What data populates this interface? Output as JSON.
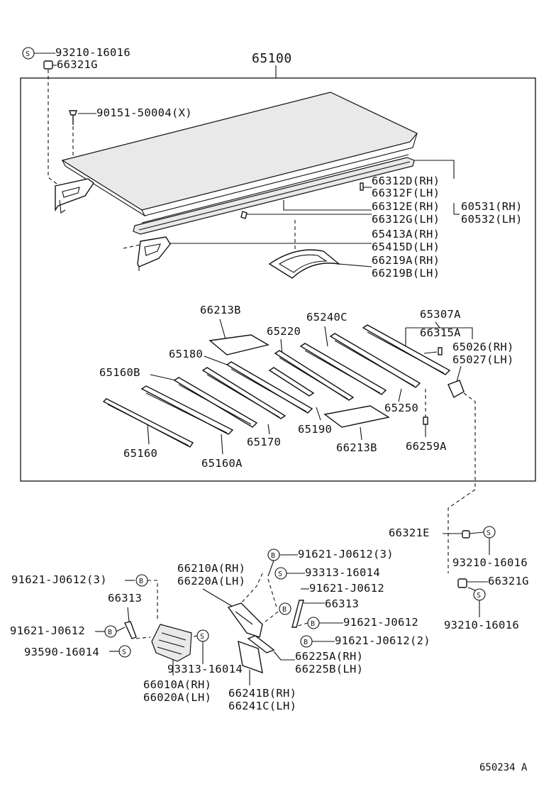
{
  "assembly": "65100",
  "figure_id": "650234 A",
  "labels": {
    "b93210_16016_top": "93210-16016",
    "b66321G_top": "66321G",
    "b90151": "90151-50004(X)",
    "b66312D": "66312D(RH)",
    "b66312F": "66312F(LH)",
    "b66312E": "66312E(RH)",
    "b66312G": "66312G(LH)",
    "b60531": "60531(RH)",
    "b60532": "60532(LH)",
    "b65413A": "65413A(RH)",
    "b65415D": "65415D(LH)",
    "b66219A": "66219A(RH)",
    "b66219B": "66219B(LH)",
    "b66213B_top": "66213B",
    "b65240C": "65240C",
    "b65307A": "65307A",
    "b65220": "65220",
    "b66315A": "66315A",
    "b65180": "65180",
    "b65026": "65026(RH)",
    "b65027": "65027(LH)",
    "b65160B": "65160B",
    "b65250": "65250",
    "b65190": "65190",
    "b65170": "65170",
    "b65160": "65160",
    "b66213B_bot": "66213B",
    "b66259A": "66259A",
    "b65160A": "65160A",
    "b66321E": "66321E",
    "b93210_16016_mid": "93210-16016",
    "b66321G_bot": "66321G",
    "b93210_16016_bot": "93210-16016",
    "b91621_3_top": "91621-J0612(3)",
    "b93313_top": "93313-16014",
    "b66210A": "66210A(RH)",
    "b66220A": "66220A(LH)",
    "b91621_right1": "91621-J0612",
    "b66313_right": "66313",
    "b91621_3_left": "91621-J0612(3)",
    "b66313_left": "66313",
    "b91621_left": "91621-J0612",
    "b93590": "93590-16014",
    "b91621_right2": "91621-J0612",
    "b91621_2": "91621-J0612(2)",
    "b66225A": "66225A(RH)",
    "b66225B": "66225B(LH)",
    "b93313_bot": "93313-16014",
    "b66010A": "66010A(RH)",
    "b66020A": "66020A(LH)",
    "b66241B": "66241B(RH)",
    "b66241C": "66241C(LH)"
  },
  "symbols": {
    "screw": "S",
    "bolt": "B"
  }
}
